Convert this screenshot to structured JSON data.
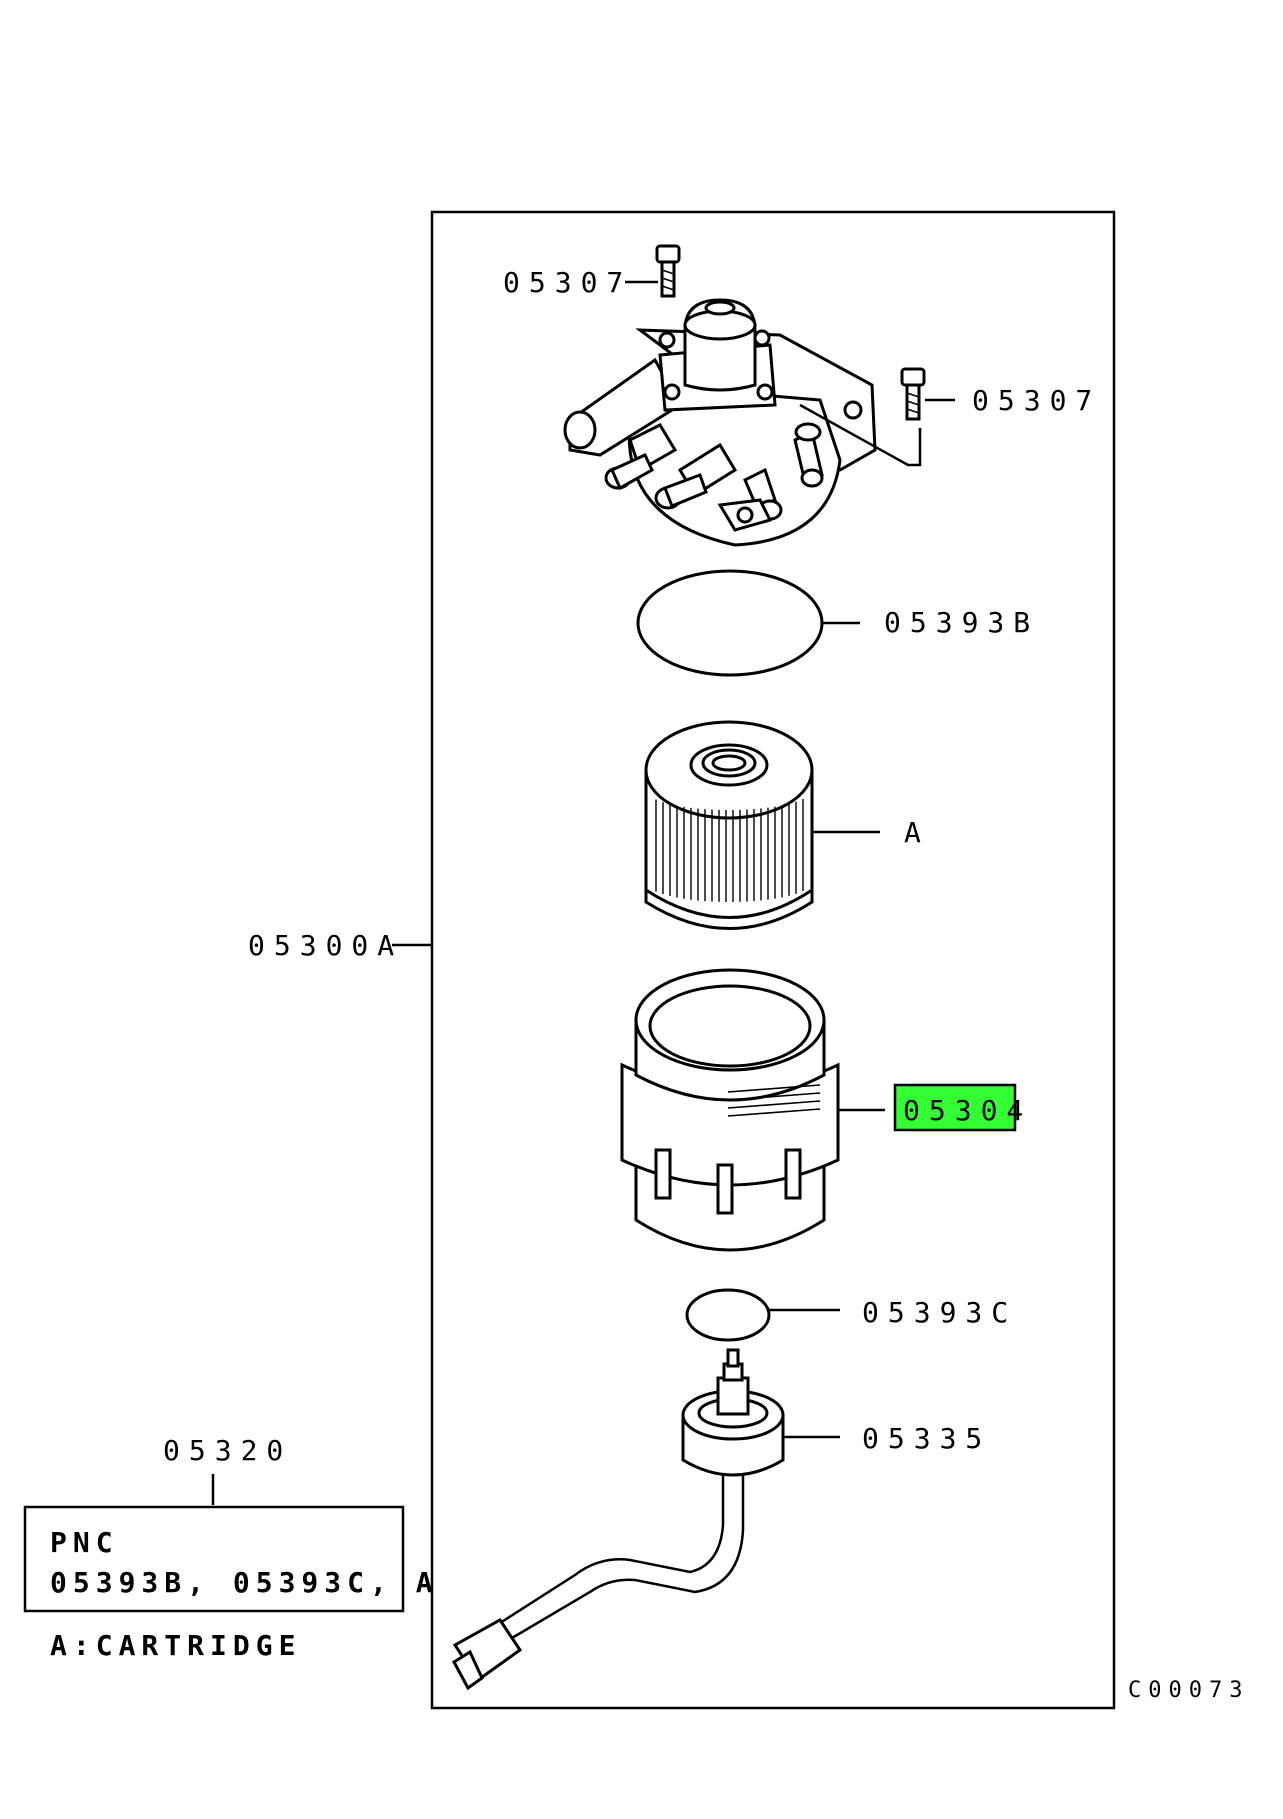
{
  "labels": {
    "bolt_top": "05307",
    "bolt_right": "05307",
    "oring_top": "05393B",
    "cartridge": "A",
    "assembly": "05300A",
    "case": "05304",
    "oring_bottom": "05393C",
    "sensor": "05335",
    "kit": "05320"
  },
  "kit_box": {
    "line1": "PNC",
    "line2": "05393B, 05393C, A"
  },
  "legend_note": "A:CARTRIDGE",
  "diagram_code": "C00073",
  "highlight": {
    "label": "05304",
    "color": "#33ff33"
  }
}
